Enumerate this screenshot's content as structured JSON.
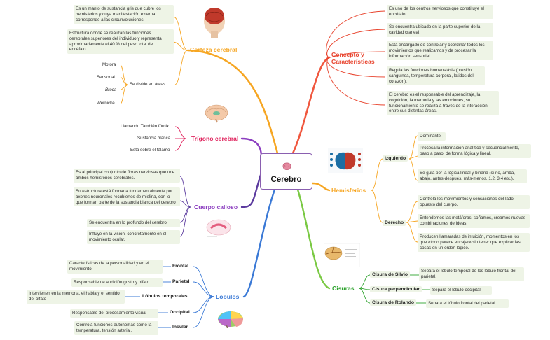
{
  "center": {
    "title": "Cerebro",
    "icon": "brain-icon"
  },
  "corteza": {
    "title": "Corteza cerebral",
    "color": "#f6a623",
    "notes": [
      "Es un manto de sustancia gris que cubre los hemisferios y cuya manifestación externa corresponde a las circunvoluciones.",
      "Estructura  donde se realizan las funciones cerebrales superiores del individuo y representa aproximadamente el 40 % del peso total del encéfalo."
    ],
    "areas_label": "Se divide en áreas",
    "areas": [
      "Motora",
      "Sensorial",
      "Broca",
      "Wernicke"
    ]
  },
  "trigono": {
    "title": "Trígono cerebral",
    "color": "#e0245e",
    "items": [
      "Llamando También fórnix",
      "Sustancia blanca",
      "Esta sobre el tálamo"
    ]
  },
  "cuerpo": {
    "title": "Cuerpo calloso",
    "color": "#8c3fc0",
    "items": [
      "Es al principal conjunto de fibras nerviosas que une ambos hemisferios cerebrales.",
      "Su estructura está formada fundamentalmente por axones neuronales recubiertos de mielina, con lo que forman parte de la sustancia blanca del cerebro",
      "Se encuentra en lo profundo del cerebro.",
      "Influye en la visión, concretamente en el movimiento ocular."
    ]
  },
  "lobulos": {
    "title": "Lóbulos",
    "color": "#3a79d6",
    "items": [
      {
        "name": "Frontal",
        "desc": "Características  de la personalidad y en el movimiento."
      },
      {
        "name": "Parietal",
        "desc": "Responsable de audición gusto y olfato"
      },
      {
        "name": "Lóbulos temporales",
        "desc": "Intervienen en la memoria, el habla y el sentido del olfato"
      },
      {
        "name": "Occipital",
        "desc": "Responsable del procesamiento visual"
      },
      {
        "name": "Insular",
        "desc": "Controla funciones autónomas como la temperatura, tensión arterial."
      }
    ]
  },
  "concepto": {
    "title": "Concepto y Características",
    "color": "#e8442e",
    "items": [
      "Es uno de los centros nerviosos que constituye el encéfalo.",
      "Se encuentra ubicado en la parte superior de la cavidad craneal.",
      "Esta encargado de controlar y coordinar todos los movimientos que realizamos y de procesar la información sensorial.",
      "Regula las funciones homeostásis (presión sanguinea, temperatura corporal, latidos del corazón).",
      "El cerebro es el responsable del aprendizaje, la cognición, la memoria y las emociones, su funcionamiento se realiza a través de la interacción entre sus distintas áreas."
    ]
  },
  "hemisferios": {
    "title": "Hemisferios",
    "color": "#f6a623",
    "izquierdo": {
      "label": "Izquierdo",
      "items": [
        "Dominante.",
        "Procesa la información analítica y secuencialmente, paso a paso, de forma lógica y lineal.",
        "Se guía por la lógica lineal y binaria (si-no, arriba, abajo, antes-después, más-menos, 1,2, 3,4 etc.)."
      ]
    },
    "derecho": {
      "label": "Derecho",
      "items": [
        "Controla los movimientos y sensaciones del lado opuesto del cuerpo.",
        "Entendemos las metáforas, soñamos, creamos nuevas combinaciones de ideas.",
        "Producen llamaradas de intuición, momentos en los que «todo parece encajar» sin tener que explicar las cosas en un orden lógico."
      ]
    }
  },
  "cisuras": {
    "title": "Cisuras",
    "color": "#2ea32e",
    "items": [
      {
        "name": "Cisura de Silvio",
        "desc": "Separa el lóbulo temporal de los lóbulo frontal del parietal."
      },
      {
        "name": "Cisura perpendicular",
        "desc": "Separa el lóbulo occipital."
      },
      {
        "name": "Cisura de Rolando",
        "desc": "Separa el lóbulo  frontal del parietal."
      }
    ]
  }
}
